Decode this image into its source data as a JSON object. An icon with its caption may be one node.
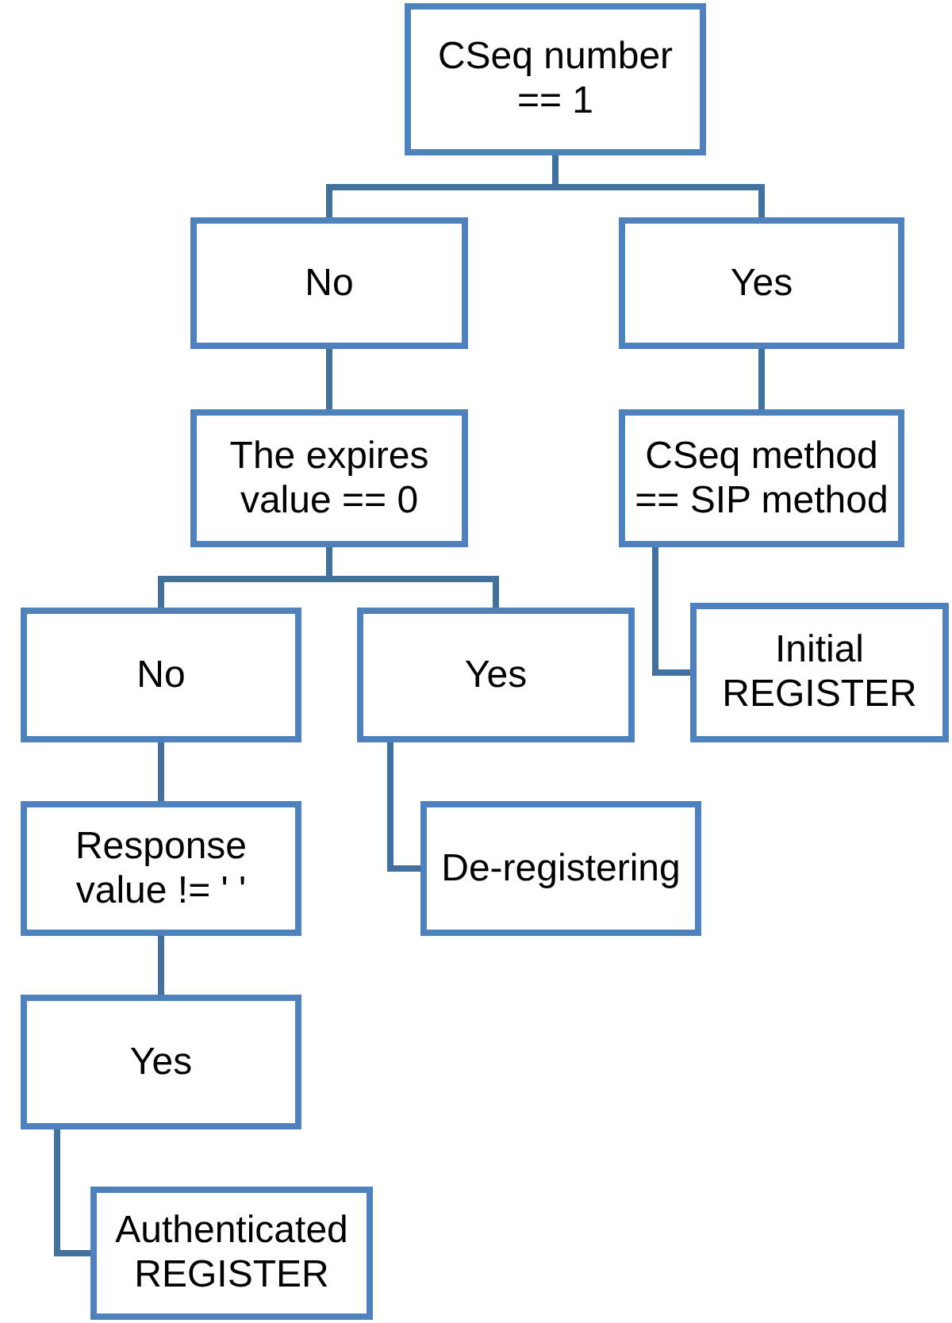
{
  "diagram": {
    "nodes": [
      {
        "text": [
          "CSeq number == 1"
        ]
      },
      {
        "text": [
          "No"
        ]
      },
      {
        "text": [
          "Yes"
        ]
      },
      {
        "text": [
          "The expires value == 0"
        ]
      },
      {
        "text": [
          "CSeq method == SIP method"
        ]
      },
      {
        "text": [
          "No"
        ]
      },
      {
        "text": [
          "Yes"
        ]
      },
      {
        "text": [
          "Initial REGISTER"
        ]
      },
      {
        "text": [
          "Response value != ' '"
        ]
      },
      {
        "text": [
          "De-registering"
        ]
      },
      {
        "text": [
          "Yes"
        ]
      },
      {
        "text": [
          "Authenticated REGISTER"
        ]
      }
    ],
    "edges": [
      {
        "from": 0,
        "to": 1,
        "arrow": "none"
      },
      {
        "from": 0,
        "to": 2,
        "arrow": "none"
      },
      {
        "from": 1,
        "to": 3,
        "arrow": "none"
      },
      {
        "from": 2,
        "to": 4,
        "arrow": "none"
      },
      {
        "from": 3,
        "to": 5,
        "arrow": "none"
      },
      {
        "from": 3,
        "to": 6,
        "arrow": "none"
      },
      {
        "from": 4,
        "to": 7,
        "arrow": "none"
      },
      {
        "from": 5,
        "to": 8,
        "arrow": "none"
      },
      {
        "from": 6,
        "to": 9,
        "arrow": "none"
      },
      {
        "from": 8,
        "to": 10,
        "arrow": "none"
      },
      {
        "from": 10,
        "to": 11,
        "arrow": "none"
      }
    ]
  }
}
